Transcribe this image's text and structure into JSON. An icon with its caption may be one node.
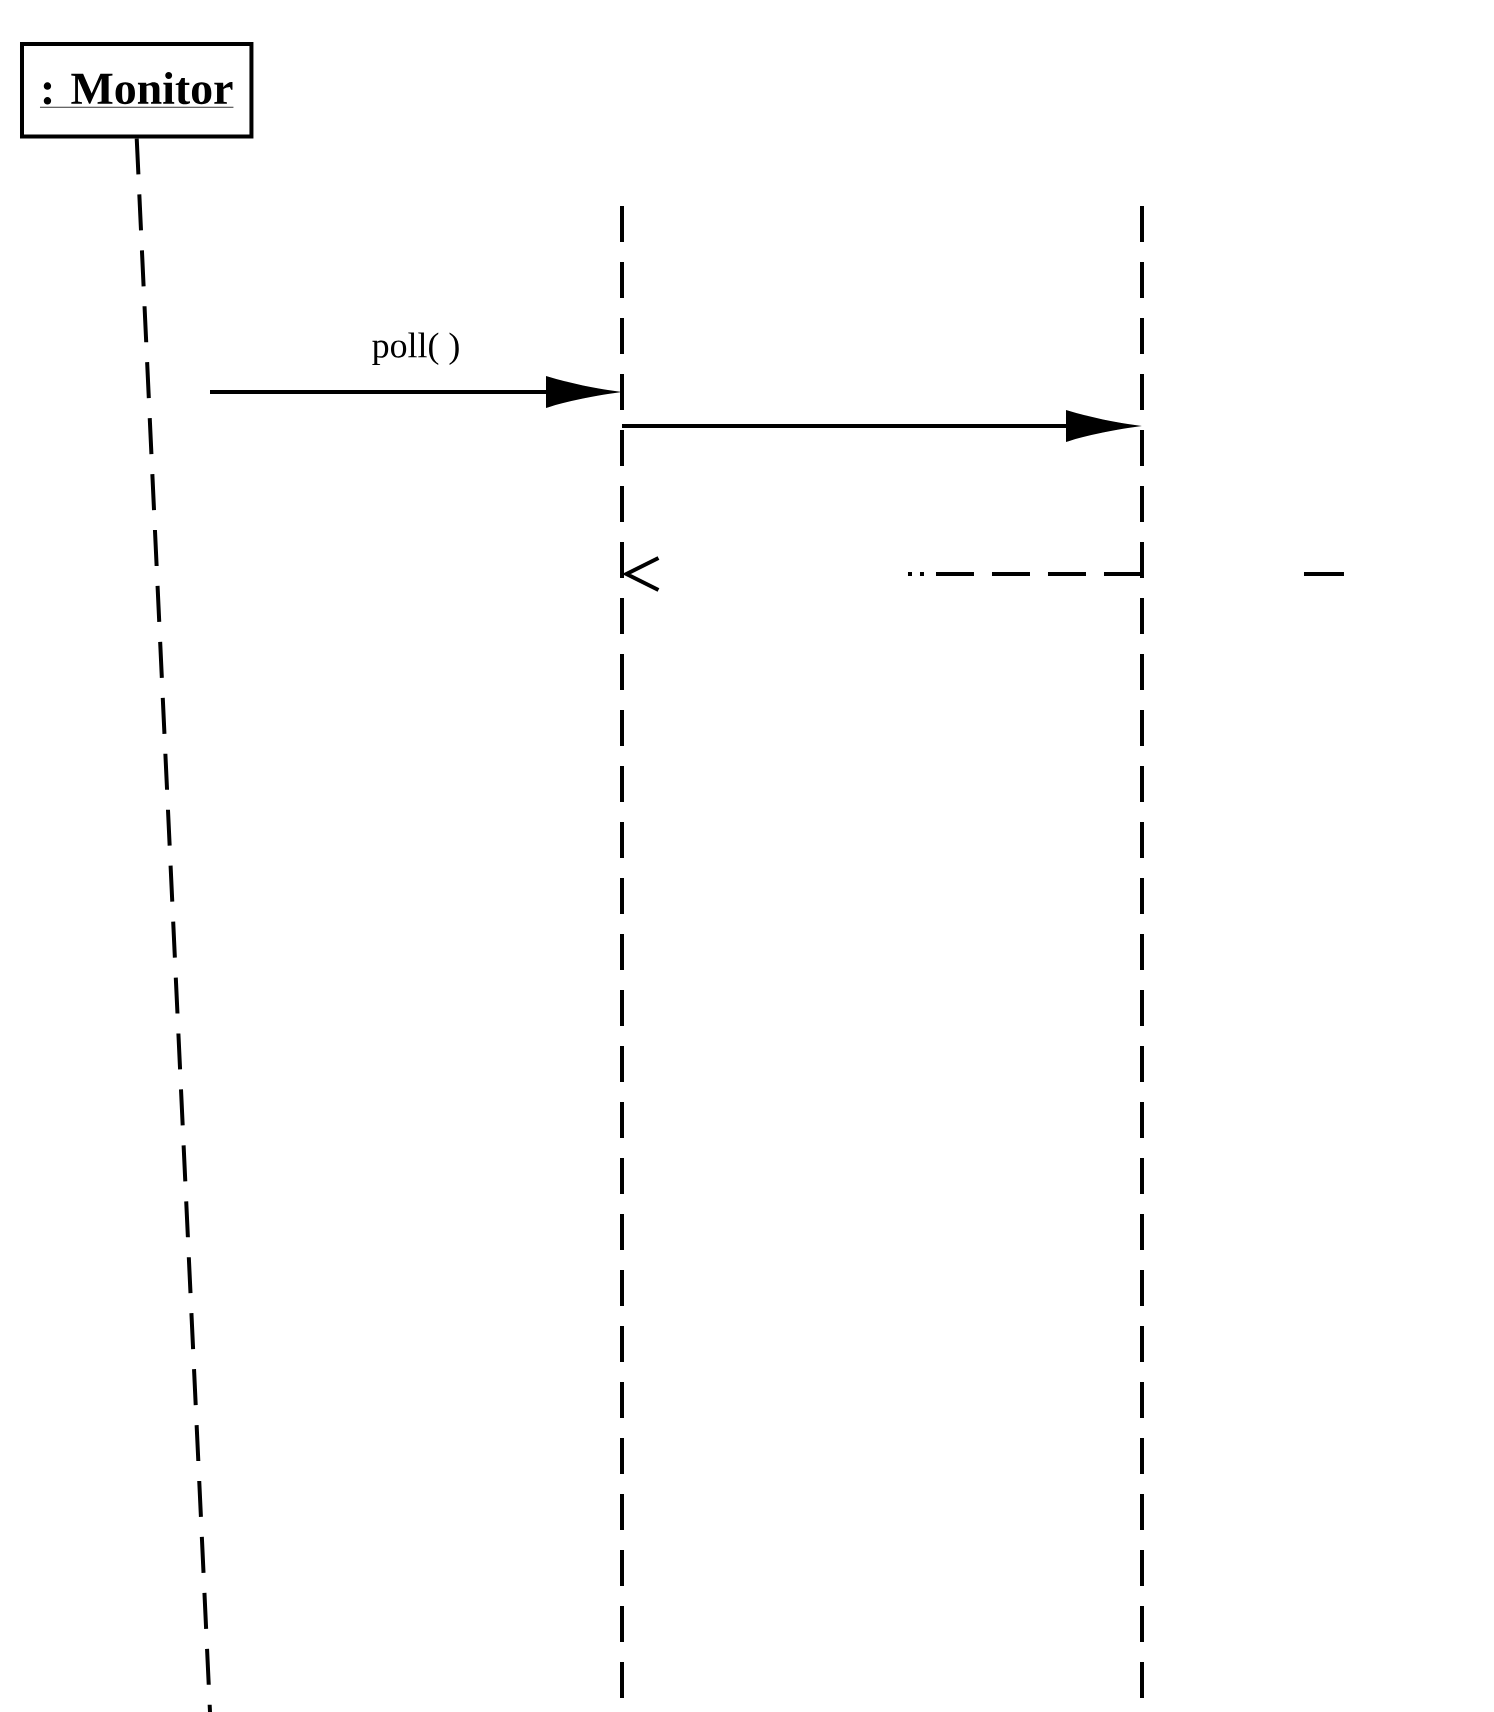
{
  "diagram": {
    "nodes": [
      {
        "text": [
          ": Monitor"
        ]
      },
      {
        "text": [],
        "shape": "line"
      },
      {
        "text": [],
        "shape": "line"
      }
    ],
    "edges": [
      {
        "from": 0,
        "to": 1,
        "arrow": "to",
        "label": "poll( )"
      },
      {
        "from": 1,
        "to": 2,
        "arrow": "to"
      },
      {
        "from": 2,
        "to": 1,
        "arrow": "to",
        "style": "dashed"
      }
    ]
  }
}
